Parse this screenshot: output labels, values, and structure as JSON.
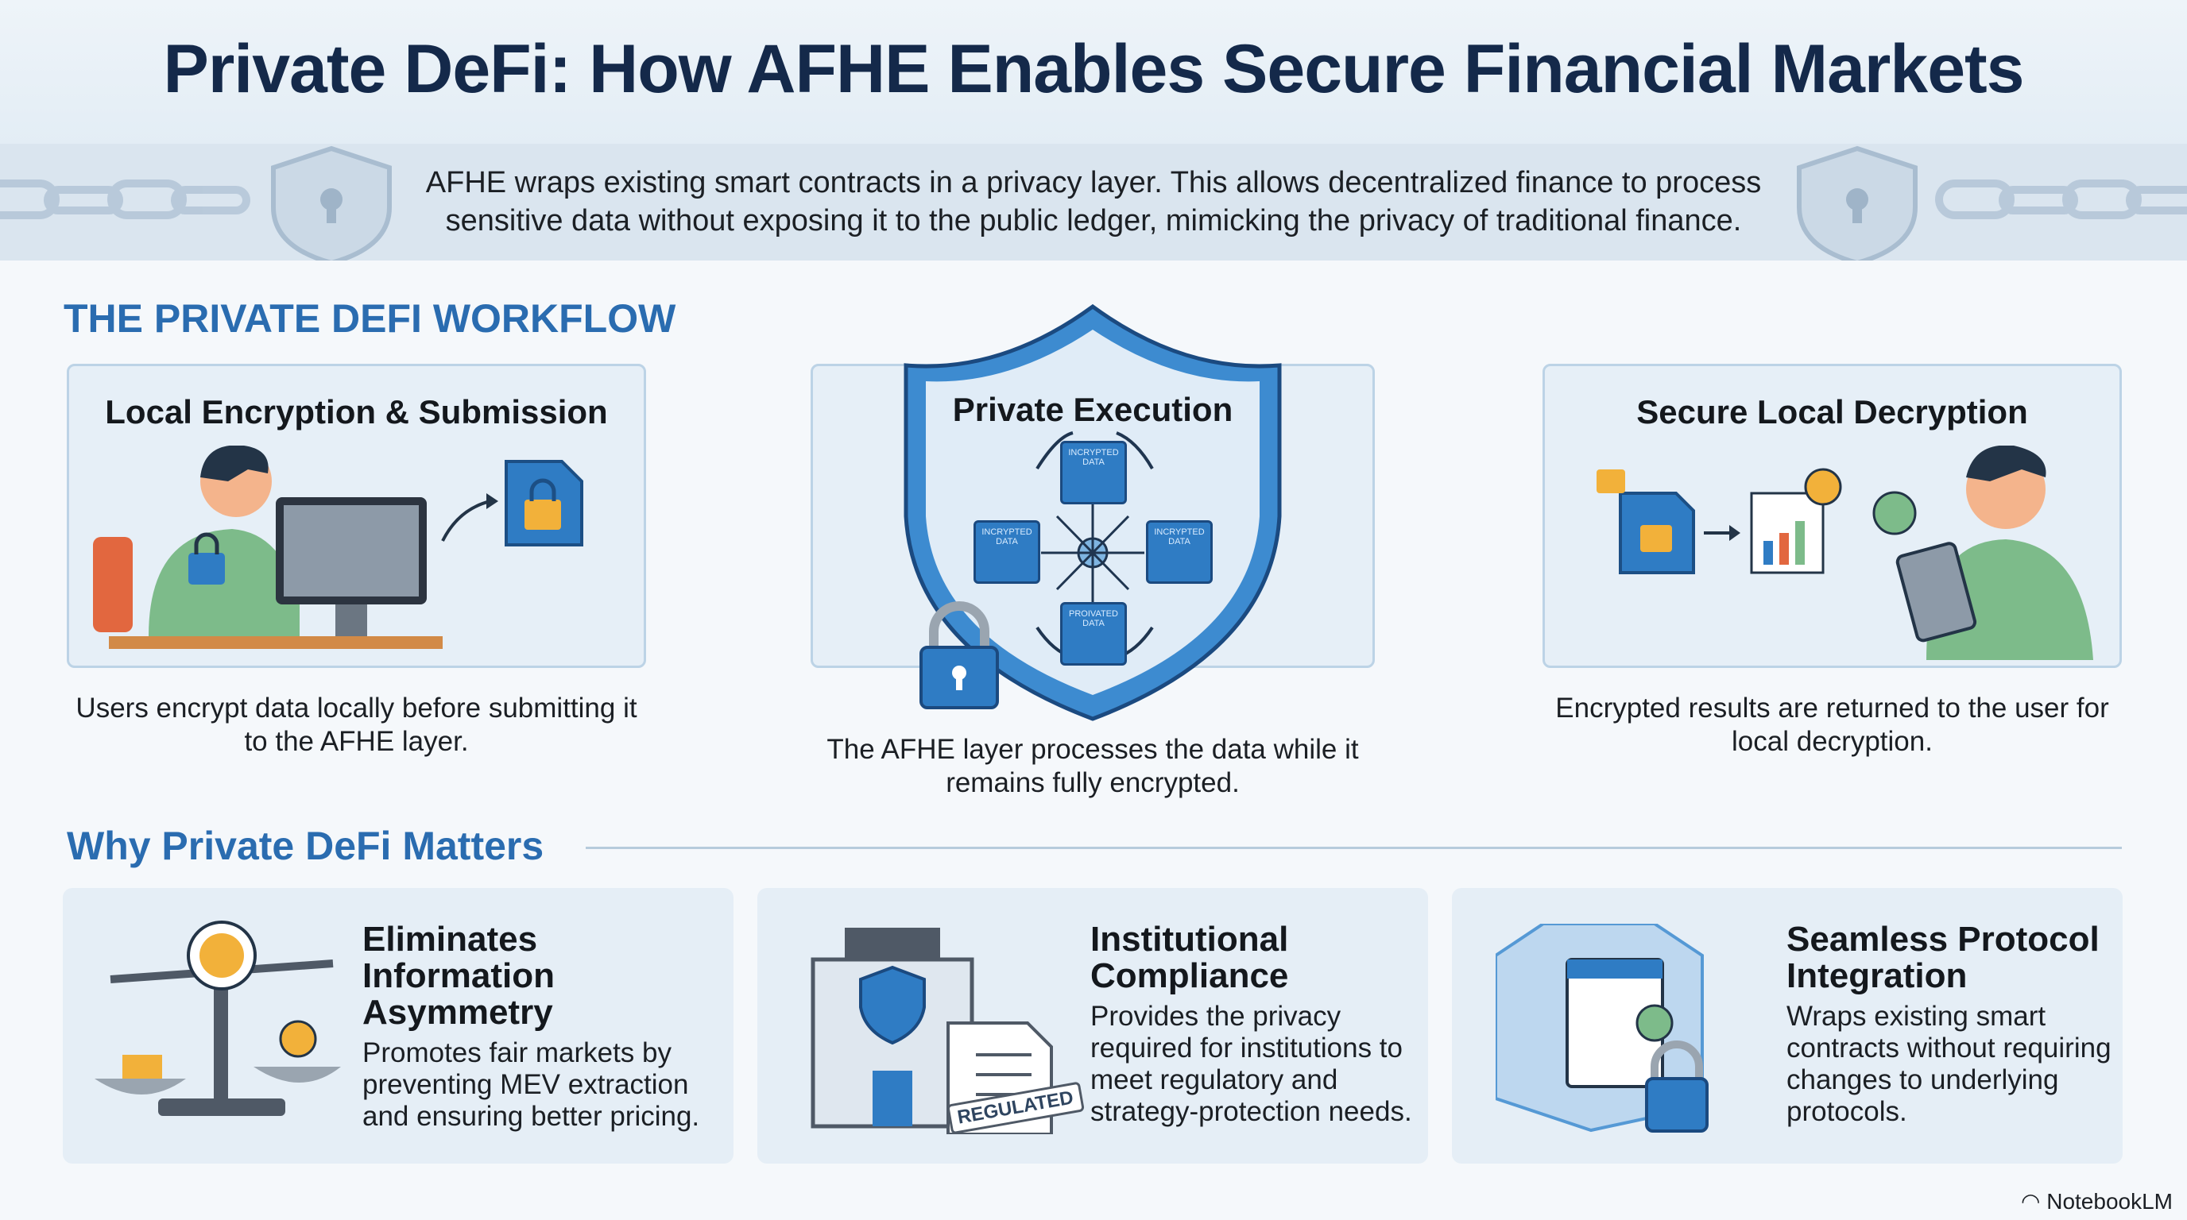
{
  "title": "Private DeFi: How AFHE Enables Secure Financial Markets",
  "intro": "AFHE wraps existing smart contracts in a privacy layer. This allows decentralized finance to process sensitive data without exposing it to the public ledger, mimicking the privacy of traditional finance.",
  "workflow": {
    "heading": "THE PRIVATE DEFI WORKFLOW",
    "steps": [
      {
        "title": "Local Encryption & Submission",
        "caption": "Users encrypt data locally before submitting it to the AFHE layer."
      },
      {
        "title": "Private Execution",
        "caption": "The AFHE layer processes the data while it remains fully encrypted.",
        "tiles": [
          "INCRYPTED DATA",
          "INCRYPTED DATA",
          "INCRYPTED DATA",
          "PROIVATED DATA"
        ]
      },
      {
        "title": "Secure Local Decryption",
        "caption": "Encrypted results are returned to the user for local decryption."
      }
    ]
  },
  "why": {
    "heading": "Why Private DeFi Matters",
    "items": [
      {
        "title": "Eliminates Information Asymmetry",
        "desc": "Promotes fair markets by preventing MEV extraction and ensuring better pricing."
      },
      {
        "title": "Institutional Compliance",
        "desc": "Provides the privacy required for institutions to meet regulatory and strategy-protection needs.",
        "stamp": "REGULATED"
      },
      {
        "title": "Seamless Protocol Integration",
        "desc": "Wraps existing smart contracts without requiring changes to underlying protocols."
      }
    ]
  },
  "footer": {
    "brand": "NotebookLM"
  },
  "colors": {
    "accent": "#2a6cb0",
    "title": "#14294a",
    "tile": "#2f7cc4",
    "gold": "#f2b13a"
  }
}
